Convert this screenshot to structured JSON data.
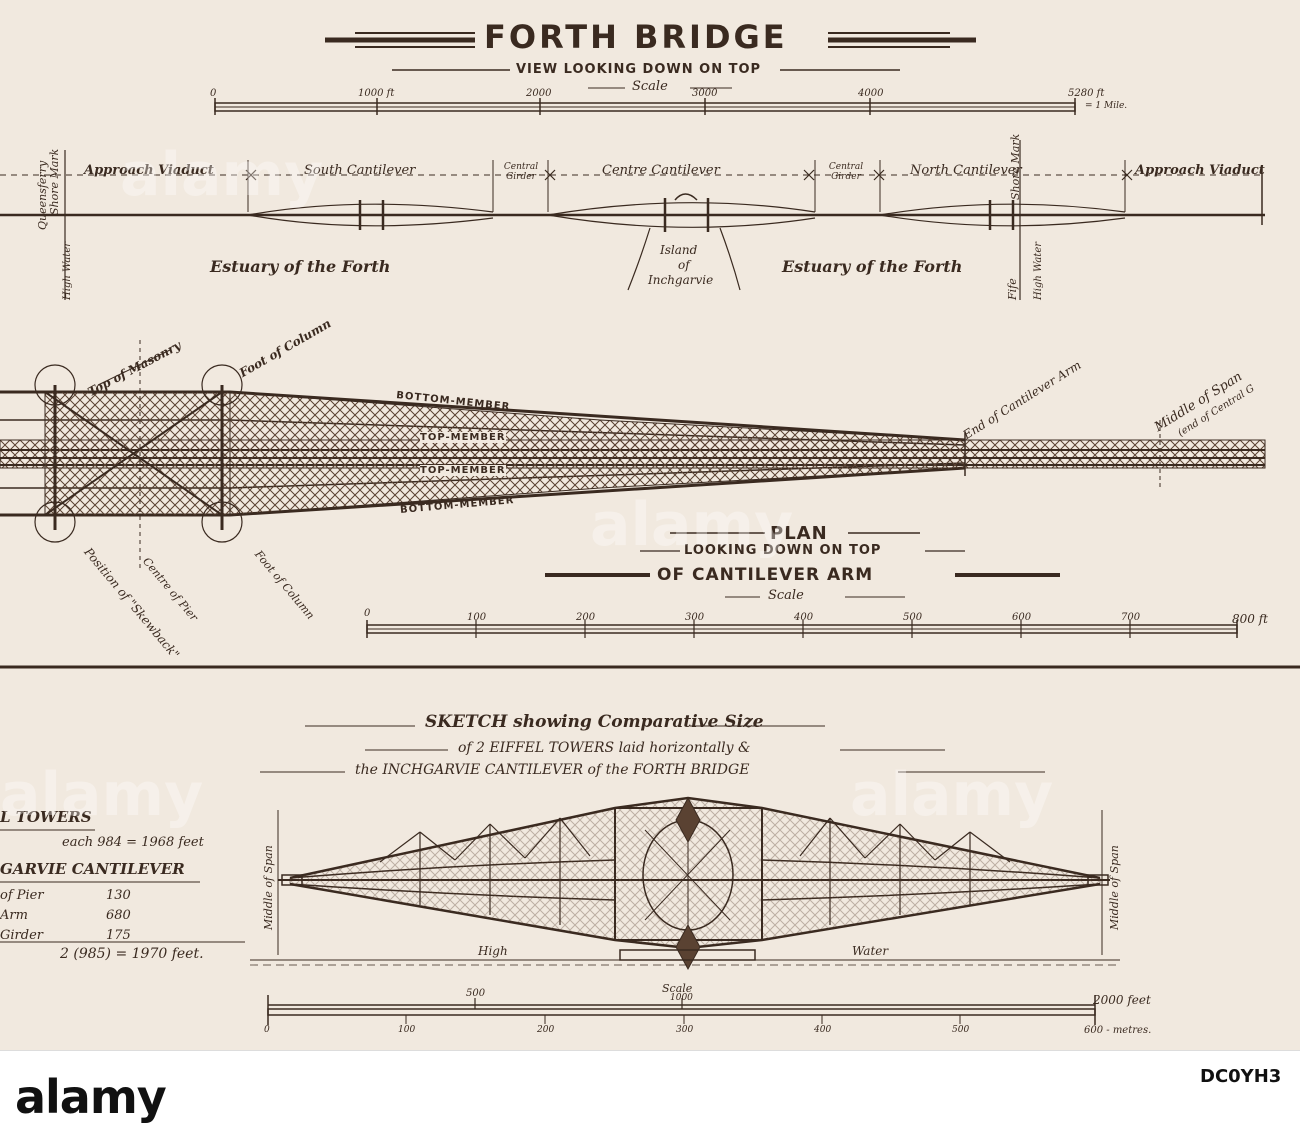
{
  "header": {
    "title": "FORTH BRIDGE",
    "subtitle": "VIEW LOOKING DOWN ON TOP",
    "scale_label": "Scale",
    "scale_ticks": [
      "0",
      "1000 ft",
      "2000",
      "3000",
      "4000",
      "5280 ft",
      "= 1 Mile."
    ]
  },
  "overview": {
    "sections": [
      "Approach Viaduct",
      "South Cantilever",
      "Central Girder",
      "Centre Cantilever",
      "Central Girder",
      "North Cantilever",
      "Approach Viaduct"
    ],
    "left_shore": [
      "Queensferry",
      "Shore Mark",
      "High Water"
    ],
    "right_shore": [
      "Fife",
      "Shore Mark",
      "High Water"
    ],
    "island": [
      "Island",
      "of",
      "Inchgarvie"
    ],
    "estuary_left": "Estuary of the Forth",
    "estuary_right": "Estuary of the Forth"
  },
  "plan": {
    "labels": {
      "top_of_masonry": "Top of Masonry",
      "foot_of_column_top": "Foot of Column",
      "bottom_member_top": "BOTTOM-MEMBER",
      "top_member_top": "TOP-MEMBER",
      "top_member_bottom": "TOP-MEMBER",
      "bottom_member_bottom": "BOTTOM-MEMBER",
      "end_of_arm": "End of Cantilever Arm",
      "middle_of_span": "Middle of Span",
      "end_of_central": "(end of Central G",
      "position_skewback": "Position of \"Skewback\"",
      "centre_of_pier": "Centre of Pier",
      "foot_of_column_bottom": "Foot of Column"
    },
    "title_lines": [
      "PLAN",
      "LOOKING DOWN ON TOP",
      "OF CANTILEVER ARM"
    ],
    "scale_label": "Scale",
    "scale_ticks": [
      "0",
      "100",
      "200",
      "300",
      "400",
      "500",
      "600",
      "700",
      "800 ft"
    ]
  },
  "sketch": {
    "title_lines": [
      "SKETCH showing Comparative Size",
      "of 2 EIFFEL TOWERS laid horizontally &",
      "the INCHGARVIE CANTILEVER of the FORTH BRIDGE"
    ],
    "table": {
      "heading1": "L TOWERS",
      "row1": "each 984 = 1968 feet",
      "heading2": "GARVIE CANTILEVER",
      "rows": [
        {
          "label": "of Pier",
          "value": "130"
        },
        {
          "label": "Arm",
          "value": "680"
        },
        {
          "label": "Girder",
          "value": "175"
        }
      ],
      "total": "2 (985) = 1970 feet."
    },
    "middle_of_span_left": "Middle of Span",
    "middle_of_span_right": "Middle of Span",
    "high": "High",
    "water": "Water",
    "scale_label": "Scale",
    "feet_ticks": [
      "500",
      "1000",
      "2000 feet"
    ],
    "metre_ticks": [
      "0",
      "100",
      "200",
      "300",
      "400",
      "500",
      "600 - metres."
    ]
  },
  "footer": {
    "logo": "alamy",
    "image_id": "DC0YH3"
  }
}
